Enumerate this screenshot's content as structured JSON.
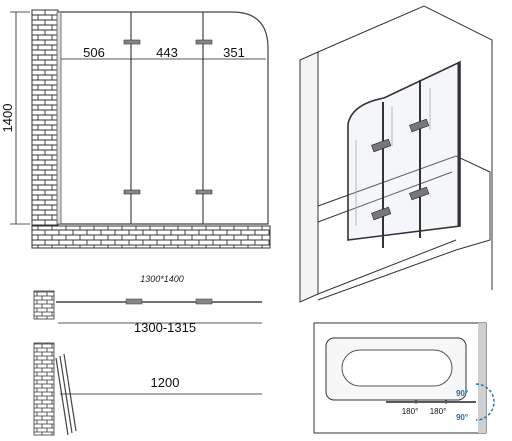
{
  "front_view": {
    "height_label": "1400",
    "panel_widths": [
      "506",
      "443",
      "351"
    ]
  },
  "top_view": {
    "model_label": "1300*1400",
    "range_label": "1300-1315"
  },
  "folded_view": {
    "width_label": "1200"
  },
  "plan_view": {
    "hinge_angles": [
      "180°",
      "180°"
    ],
    "swing_angles": [
      "90°",
      "90°"
    ],
    "accent_color": "#1f6fb2"
  }
}
